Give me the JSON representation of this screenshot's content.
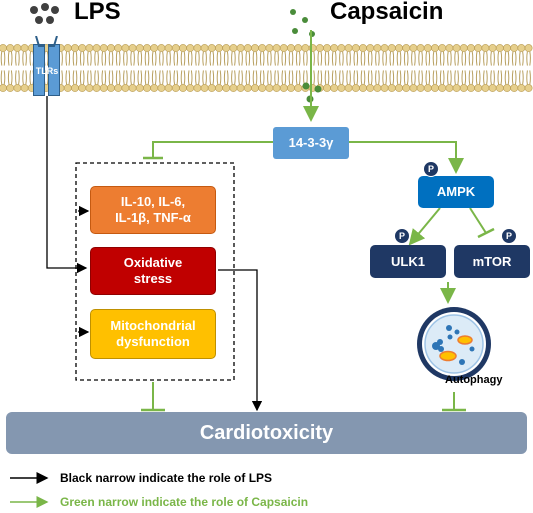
{
  "diagram": {
    "lps_label": "LPS",
    "capsaicin_label": "Capsaicin",
    "tlrs_label": "TLRs",
    "protein_14_3_3": "14-3-3γ",
    "ampk": "AMPK",
    "ulk1": "ULK1",
    "mtor": "mTOR",
    "phospho": "P",
    "autophagy": "Autophagy",
    "cytokines_line1": "IL-10, IL-6,",
    "cytokines_line2": "IL-1β, TNF-α",
    "oxidative_line1": "Oxidative",
    "oxidative_line2": "stress",
    "mito_line1": "Mitochondrial",
    "mito_line2": "dysfunction",
    "cardiotoxicity": "Cardiotoxicity"
  },
  "legend": {
    "black_text": "Black narrow indicate the role of LPS",
    "green_text": "Green narrow indicate the role of Capsaicin"
  },
  "colors": {
    "lps_arrow": "#000000",
    "capsaicin_arrow": "#7ab648",
    "blue_box": "#5b9bd5",
    "ampk_box": "#0070c0",
    "dark_box": "#1f3864",
    "orange_box": "#ed7d31",
    "red_box": "#c00000",
    "yellow_box": "#ffc000",
    "cardio_bar": "#8497b0",
    "membrane": "#e6cf8c"
  }
}
